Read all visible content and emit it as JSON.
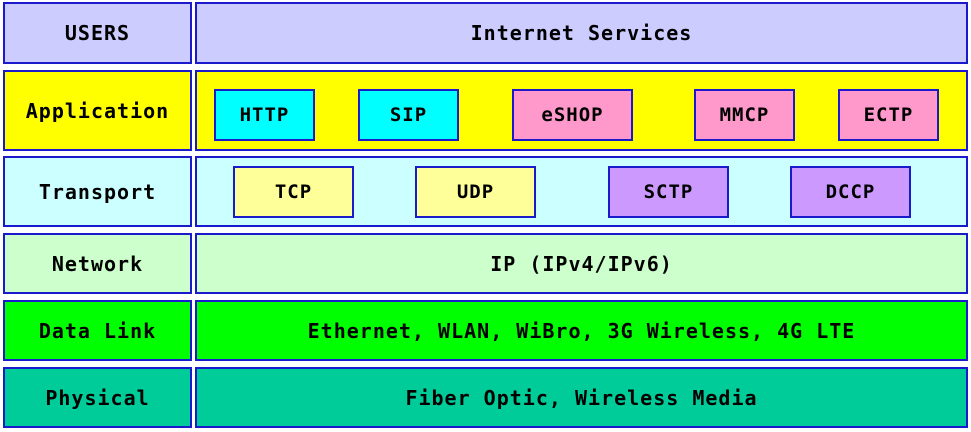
{
  "colors": {
    "users_row": "#ccccff",
    "application_row": "#ffff00",
    "transport_row": "#ccffff",
    "network_row": "#ccffcc",
    "datalink_row": "#00ff00",
    "physical_row": "#00cc99",
    "box_border": "#1a1acc",
    "app_box_cyan": "#00ffff",
    "app_box_pink": "#ff99cc",
    "transport_box_yellow": "#ffff99",
    "transport_box_violet": "#cc99ff"
  },
  "layers": {
    "users": {
      "label": "USERS",
      "content": "Internet Services"
    },
    "application": {
      "label": "Application",
      "protocols": [
        "HTTP",
        "SIP",
        "eSHOP",
        "MMCP",
        "ECTP"
      ]
    },
    "transport": {
      "label": "Transport",
      "protocols": [
        "TCP",
        "UDP",
        "SCTP",
        "DCCP"
      ]
    },
    "network": {
      "label": "Network",
      "content": "IP (IPv4/IPv6)"
    },
    "datalink": {
      "label": "Data Link",
      "content": "Ethernet, WLAN, WiBro, 3G Wireless, 4G LTE"
    },
    "physical": {
      "label": "Physical",
      "content": "Fiber Optic, Wireless Media"
    }
  }
}
